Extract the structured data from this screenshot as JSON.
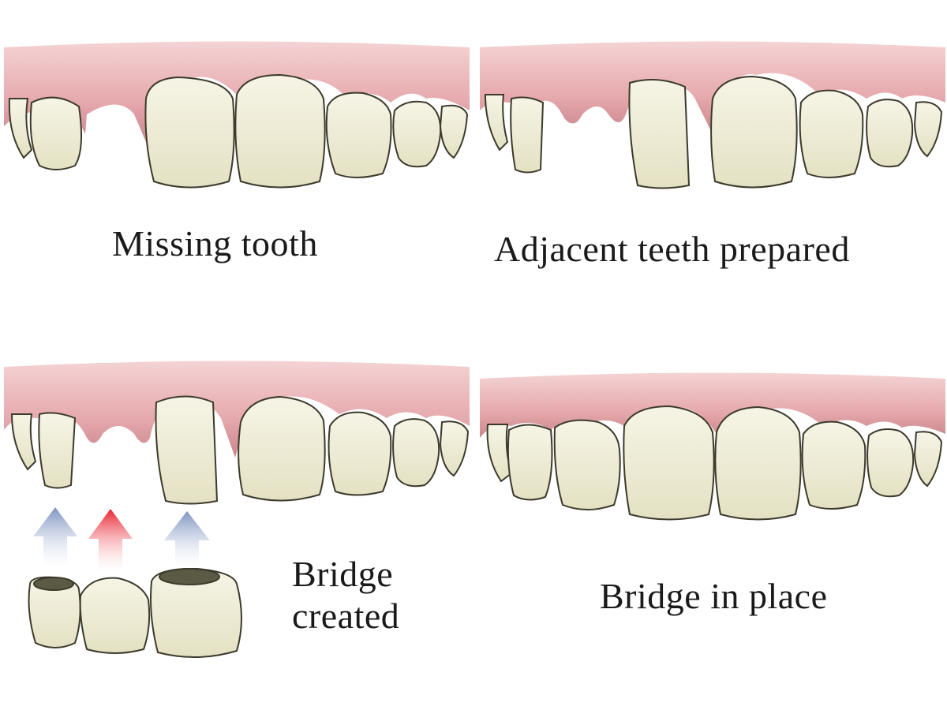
{
  "captions": {
    "missing_tooth": "Missing tooth",
    "adjacent_prepared": "Adjacent teeth prepared",
    "bridge_created_line1": "Bridge",
    "bridge_created_line2": "created",
    "bridge_in_place": "Bridge in place"
  },
  "colors": {
    "gum": "#e7aeb0",
    "gum_dark": "#c47e84",
    "tooth": "#efedd6",
    "tooth_outline": "#3c3a2c",
    "arrow_blue": "#8ea3c9",
    "arrow_red": "#e8313a"
  }
}
